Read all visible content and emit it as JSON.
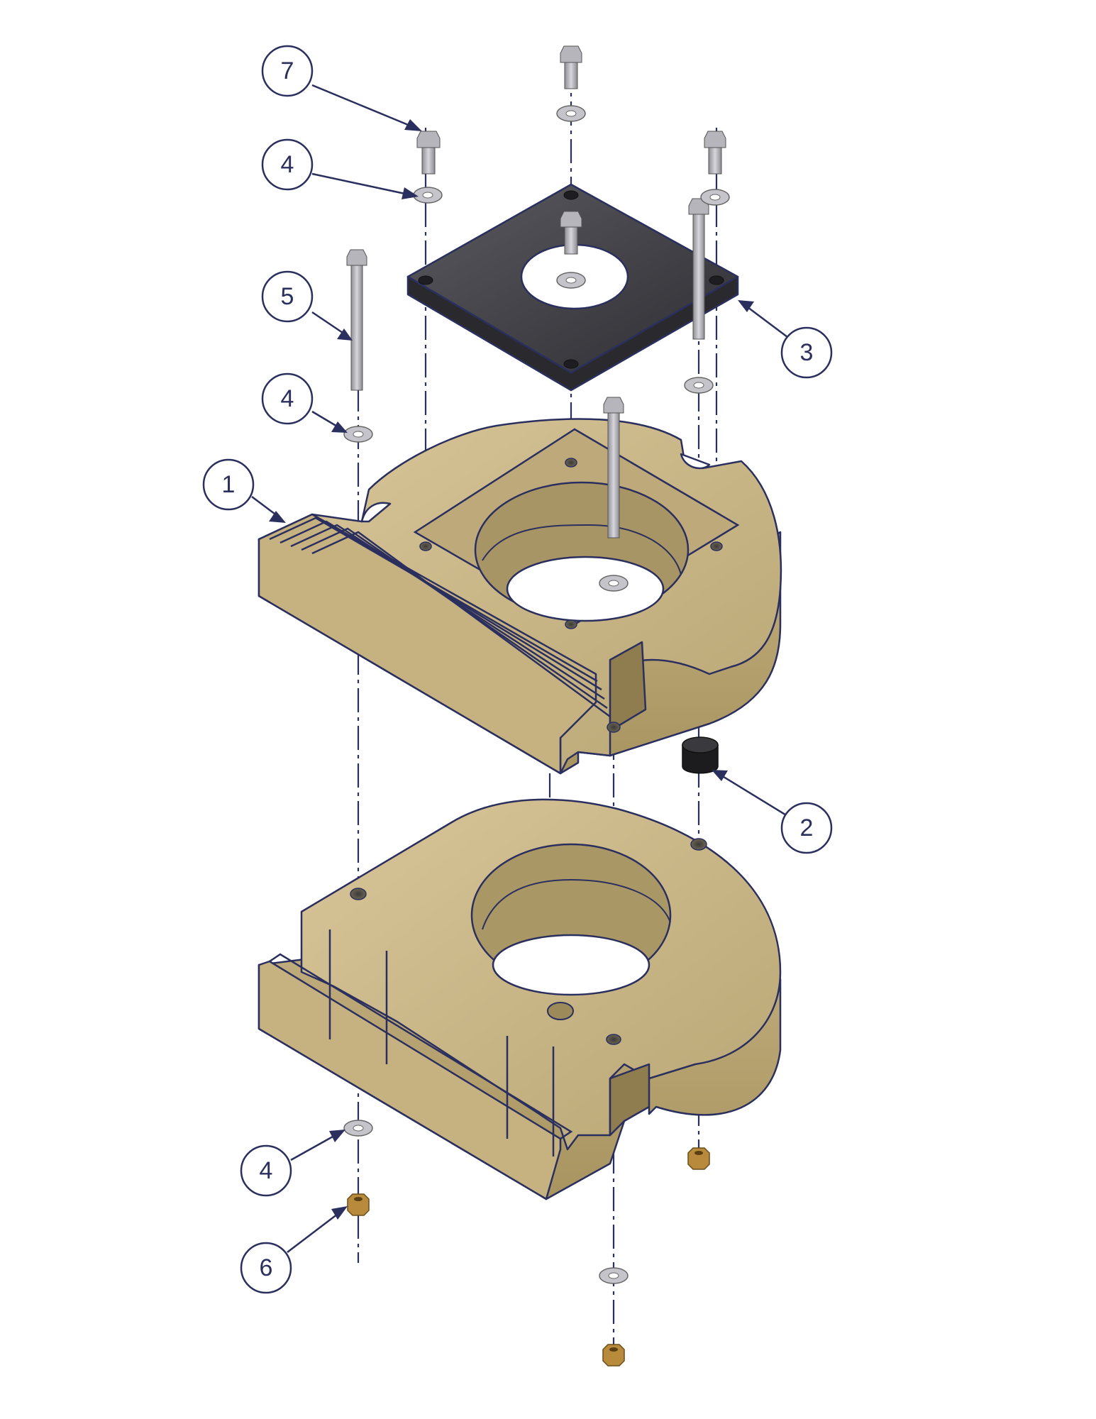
{
  "balloons": [
    {
      "label": "7"
    },
    {
      "label": "4"
    },
    {
      "label": "5"
    },
    {
      "label": "4"
    },
    {
      "label": "1"
    },
    {
      "label": "3"
    },
    {
      "label": "2"
    },
    {
      "label": "4"
    },
    {
      "label": "6"
    }
  ],
  "colors": {
    "base_part": "#c9b688",
    "base_shade": "#a89565",
    "plate": "#3c3c40",
    "rubber": "#1c1c1f",
    "fastener": "#a7a7ad",
    "nut": "#b88a3c",
    "line": "#2b2f5e"
  }
}
